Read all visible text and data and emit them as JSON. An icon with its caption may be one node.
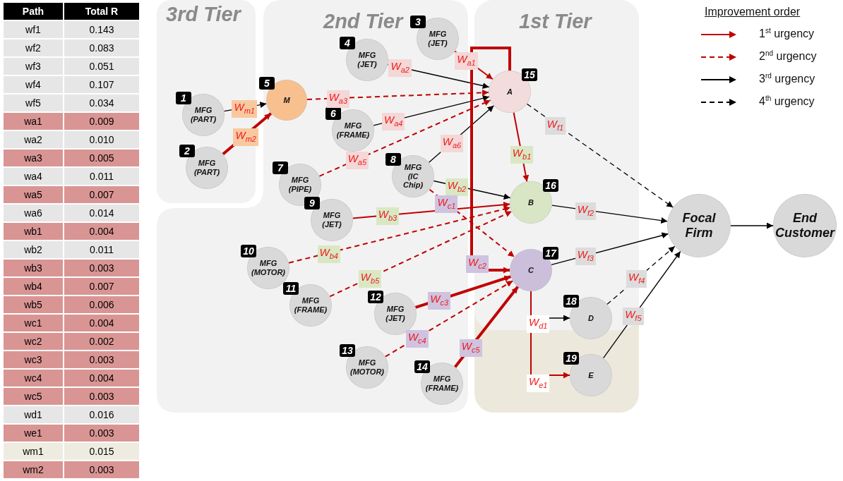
{
  "diagram": {
    "nodes": [
      {
        "text": [
          "3rd Tier"
        ]
      },
      {
        "text": [
          "2nd Tier"
        ]
      },
      {
        "text": [
          "1st Tier"
        ]
      },
      {
        "text": [
          "1",
          "MFG (PART)"
        ],
        "in": 0
      },
      {
        "text": [
          "2",
          "MFG (PART)"
        ],
        "in": 0
      },
      {
        "text": [
          "5",
          "M"
        ],
        "in": 1
      },
      {
        "text": [
          "4",
          "MFG (JET)"
        ],
        "in": 1
      },
      {
        "text": [
          "3",
          "MFG (JET)"
        ],
        "in": 1
      },
      {
        "text": [
          "6",
          "MFG (FRAME)"
        ],
        "in": 1
      },
      {
        "text": [
          "7",
          "MFG (PIPE)"
        ],
        "in": 1
      },
      {
        "text": [
          "8",
          "MFG (IC Chip)"
        ],
        "in": 1
      },
      {
        "text": [
          "9",
          "MFG (JET)"
        ],
        "in": 1
      },
      {
        "text": [
          "10",
          "MFG (MOTOR)"
        ],
        "in": 1
      },
      {
        "text": [
          "11",
          "MFG (FRAME)"
        ],
        "in": 1
      },
      {
        "text": [
          "12",
          "MFG (JET)"
        ],
        "in": 1
      },
      {
        "text": [
          "13",
          "MFG (MOTOR)"
        ],
        "in": 1
      },
      {
        "text": [
          "14",
          "MFG (FRAME)"
        ],
        "in": 1
      },
      {
        "text": [
          "15",
          "A"
        ],
        "in": 2
      },
      {
        "text": [
          "16",
          "B"
        ],
        "in": 2
      },
      {
        "text": [
          "17",
          "C"
        ],
        "in": 2
      },
      {
        "text": [
          "18",
          "D"
        ],
        "in": 2
      },
      {
        "text": [
          "19",
          "E"
        ],
        "in": 2
      },
      {
        "text": [
          "Focal Firm"
        ]
      },
      {
        "text": [
          "End Customer"
        ]
      }
    ],
    "edges": [
      {
        "from": 3,
        "to": 5,
        "arrow": "to",
        "label": "W$_{m1}$",
        "color": "#000000"
      },
      {
        "from": 4,
        "to": 5,
        "arrow": "to",
        "label": "W$_{m2}$",
        "style": "thick"
      },
      {
        "from": 7,
        "to": 17,
        "arrow": "to",
        "label": "W$_{a1}$"
      },
      {
        "from": 6,
        "to": 17,
        "arrow": "to",
        "label": "W$_{a2}$",
        "color": "#000000"
      },
      {
        "from": 5,
        "to": 17,
        "arrow": "to",
        "label": "W$_{a3}$",
        "style": "dashed"
      },
      {
        "from": 8,
        "to": 17,
        "arrow": "to",
        "label": "W$_{a4}$",
        "color": "#000000"
      },
      {
        "from": 9,
        "to": 17,
        "arrow": "to",
        "label": "W$_{a5}$",
        "style": "dashed"
      },
      {
        "from": 10,
        "to": 17,
        "arrow": "to",
        "label": "W$_{a6}$",
        "color": "#000000"
      },
      {
        "from": 17,
        "to": 18,
        "arrow": "to",
        "label": "W$_{b1}$"
      },
      {
        "from": 10,
        "to": 18,
        "arrow": "to",
        "label": "W$_{b2}$",
        "color": "#000000"
      },
      {
        "from": 11,
        "to": 18,
        "arrow": "to",
        "label": "W$_{b3}$"
      },
      {
        "from": 12,
        "to": 18,
        "arrow": "to",
        "label": "W$_{b4}$",
        "style": "dashed"
      },
      {
        "from": 13,
        "to": 18,
        "arrow": "to",
        "label": "W$_{b5}$",
        "style": "dashed"
      },
      {
        "from": 10,
        "to": 19,
        "arrow": "to",
        "label": "W$_{c1}$",
        "style": "dashed"
      },
      {
        "from": 17,
        "to": 19,
        "arrow": "to",
        "label": "W$_{c2}$",
        "style": "thick"
      },
      {
        "from": 14,
        "to": 19,
        "arrow": "to",
        "label": "W$_{c3}$",
        "style": "thick"
      },
      {
        "from": 15,
        "to": 19,
        "arrow": "to",
        "label": "W$_{c4}$",
        "style": "dashed"
      },
      {
        "from": 16,
        "to": 19,
        "arrow": "to",
        "label": "W$_{c5}$",
        "style": "thick"
      },
      {
        "from": 19,
        "to": 20,
        "arrow": "to",
        "label": "W$_{d1}$",
        "color": "#000000"
      },
      {
        "from": 19,
        "to": 21,
        "arrow": "to",
        "label": "W$_{e1}$"
      },
      {
        "from": 17,
        "to": 22,
        "arrow": "to",
        "label": "W$_{f1}$",
        "style": "dashed",
        "color": "#000000"
      },
      {
        "from": 18,
        "to": 22,
        "arrow": "to",
        "label": "W$_{f2}$",
        "color": "#000000"
      },
      {
        "from": 19,
        "to": 22,
        "arrow": "to",
        "label": "W$_{f3}$",
        "color": "#000000"
      },
      {
        "from": 20,
        "to": 22,
        "arrow": "to",
        "label": "W$_{f4}$",
        "style": "dashed",
        "color": "#000000"
      },
      {
        "from": 21,
        "to": 22,
        "arrow": "to",
        "label": "W$_{f5}$",
        "color": "#000000"
      },
      {
        "from": 22,
        "to": 23,
        "arrow": "to",
        "color": "#000000"
      }
    ],
    "labels": [
      "Path",
      "Total R",
      "wf1",
      "0.143",
      "wf2",
      "0.083",
      "wf3",
      "0.051",
      "wf4",
      "0.107",
      "wf5",
      "0.034",
      "wa1",
      "0.009",
      "wa2",
      "0.010",
      "wa3",
      "0.005",
      "wa4",
      "0.011",
      "wa5",
      "0.007",
      "wa6",
      "0.014",
      "wb1",
      "0.004",
      "wb2",
      "0.011",
      "wb3",
      "0.003",
      "wb4",
      "0.007",
      "wb5",
      "0.006",
      "wc1",
      "0.004",
      "wc2",
      "0.002",
      "wc3",
      "0.003",
      "wc4",
      "0.004",
      "wc5",
      "0.003",
      "wd1",
      "0.016",
      "we1",
      "0.003",
      "wm1",
      "0.015",
      "wm2",
      "0.003",
      "Improvement order"
    ],
    "legend": [
      {
        "text": "1$^{st}$ urgency"
      },
      {
        "text": "2$^{nd}$ urgency"
      },
      {
        "text": "3$^{rd}$ urgency"
      },
      {
        "text": "4$^{th}$ urgency"
      }
    ]
  }
}
